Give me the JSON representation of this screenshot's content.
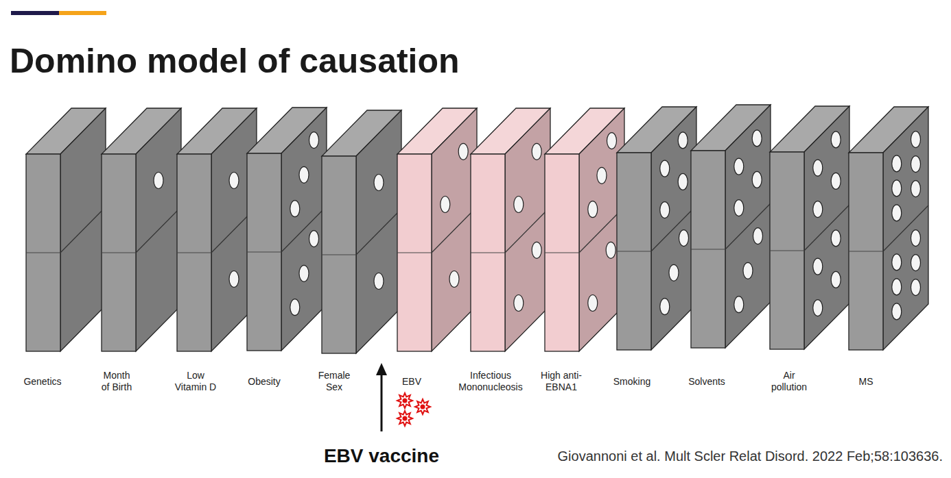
{
  "diagram": {
    "title": "Domino model of causation",
    "caption": "Giovannoni et al. Mult Scler Relat Disord. 2022 Feb;58:103636.",
    "nodes": [
      {
        "text": [
          "Genetics"
        ]
      },
      {
        "text": [
          "Month of Birth"
        ]
      },
      {
        "text": [
          "Low Vitamin D"
        ]
      },
      {
        "text": [
          "Obesity"
        ]
      },
      {
        "text": [
          "Female Sex"
        ]
      },
      {
        "text": [
          "EBV"
        ]
      },
      {
        "text": [
          "Infectious Mononucleosis"
        ]
      },
      {
        "text": [
          "High anti-EBNA1"
        ]
      },
      {
        "text": [
          "Smoking"
        ]
      },
      {
        "text": [
          "Solvents"
        ]
      },
      {
        "text": [
          "Air pollution"
        ]
      },
      {
        "text": [
          "MS"
        ]
      }
    ],
    "labels": [
      "EBV vaccine"
    ]
  }
}
